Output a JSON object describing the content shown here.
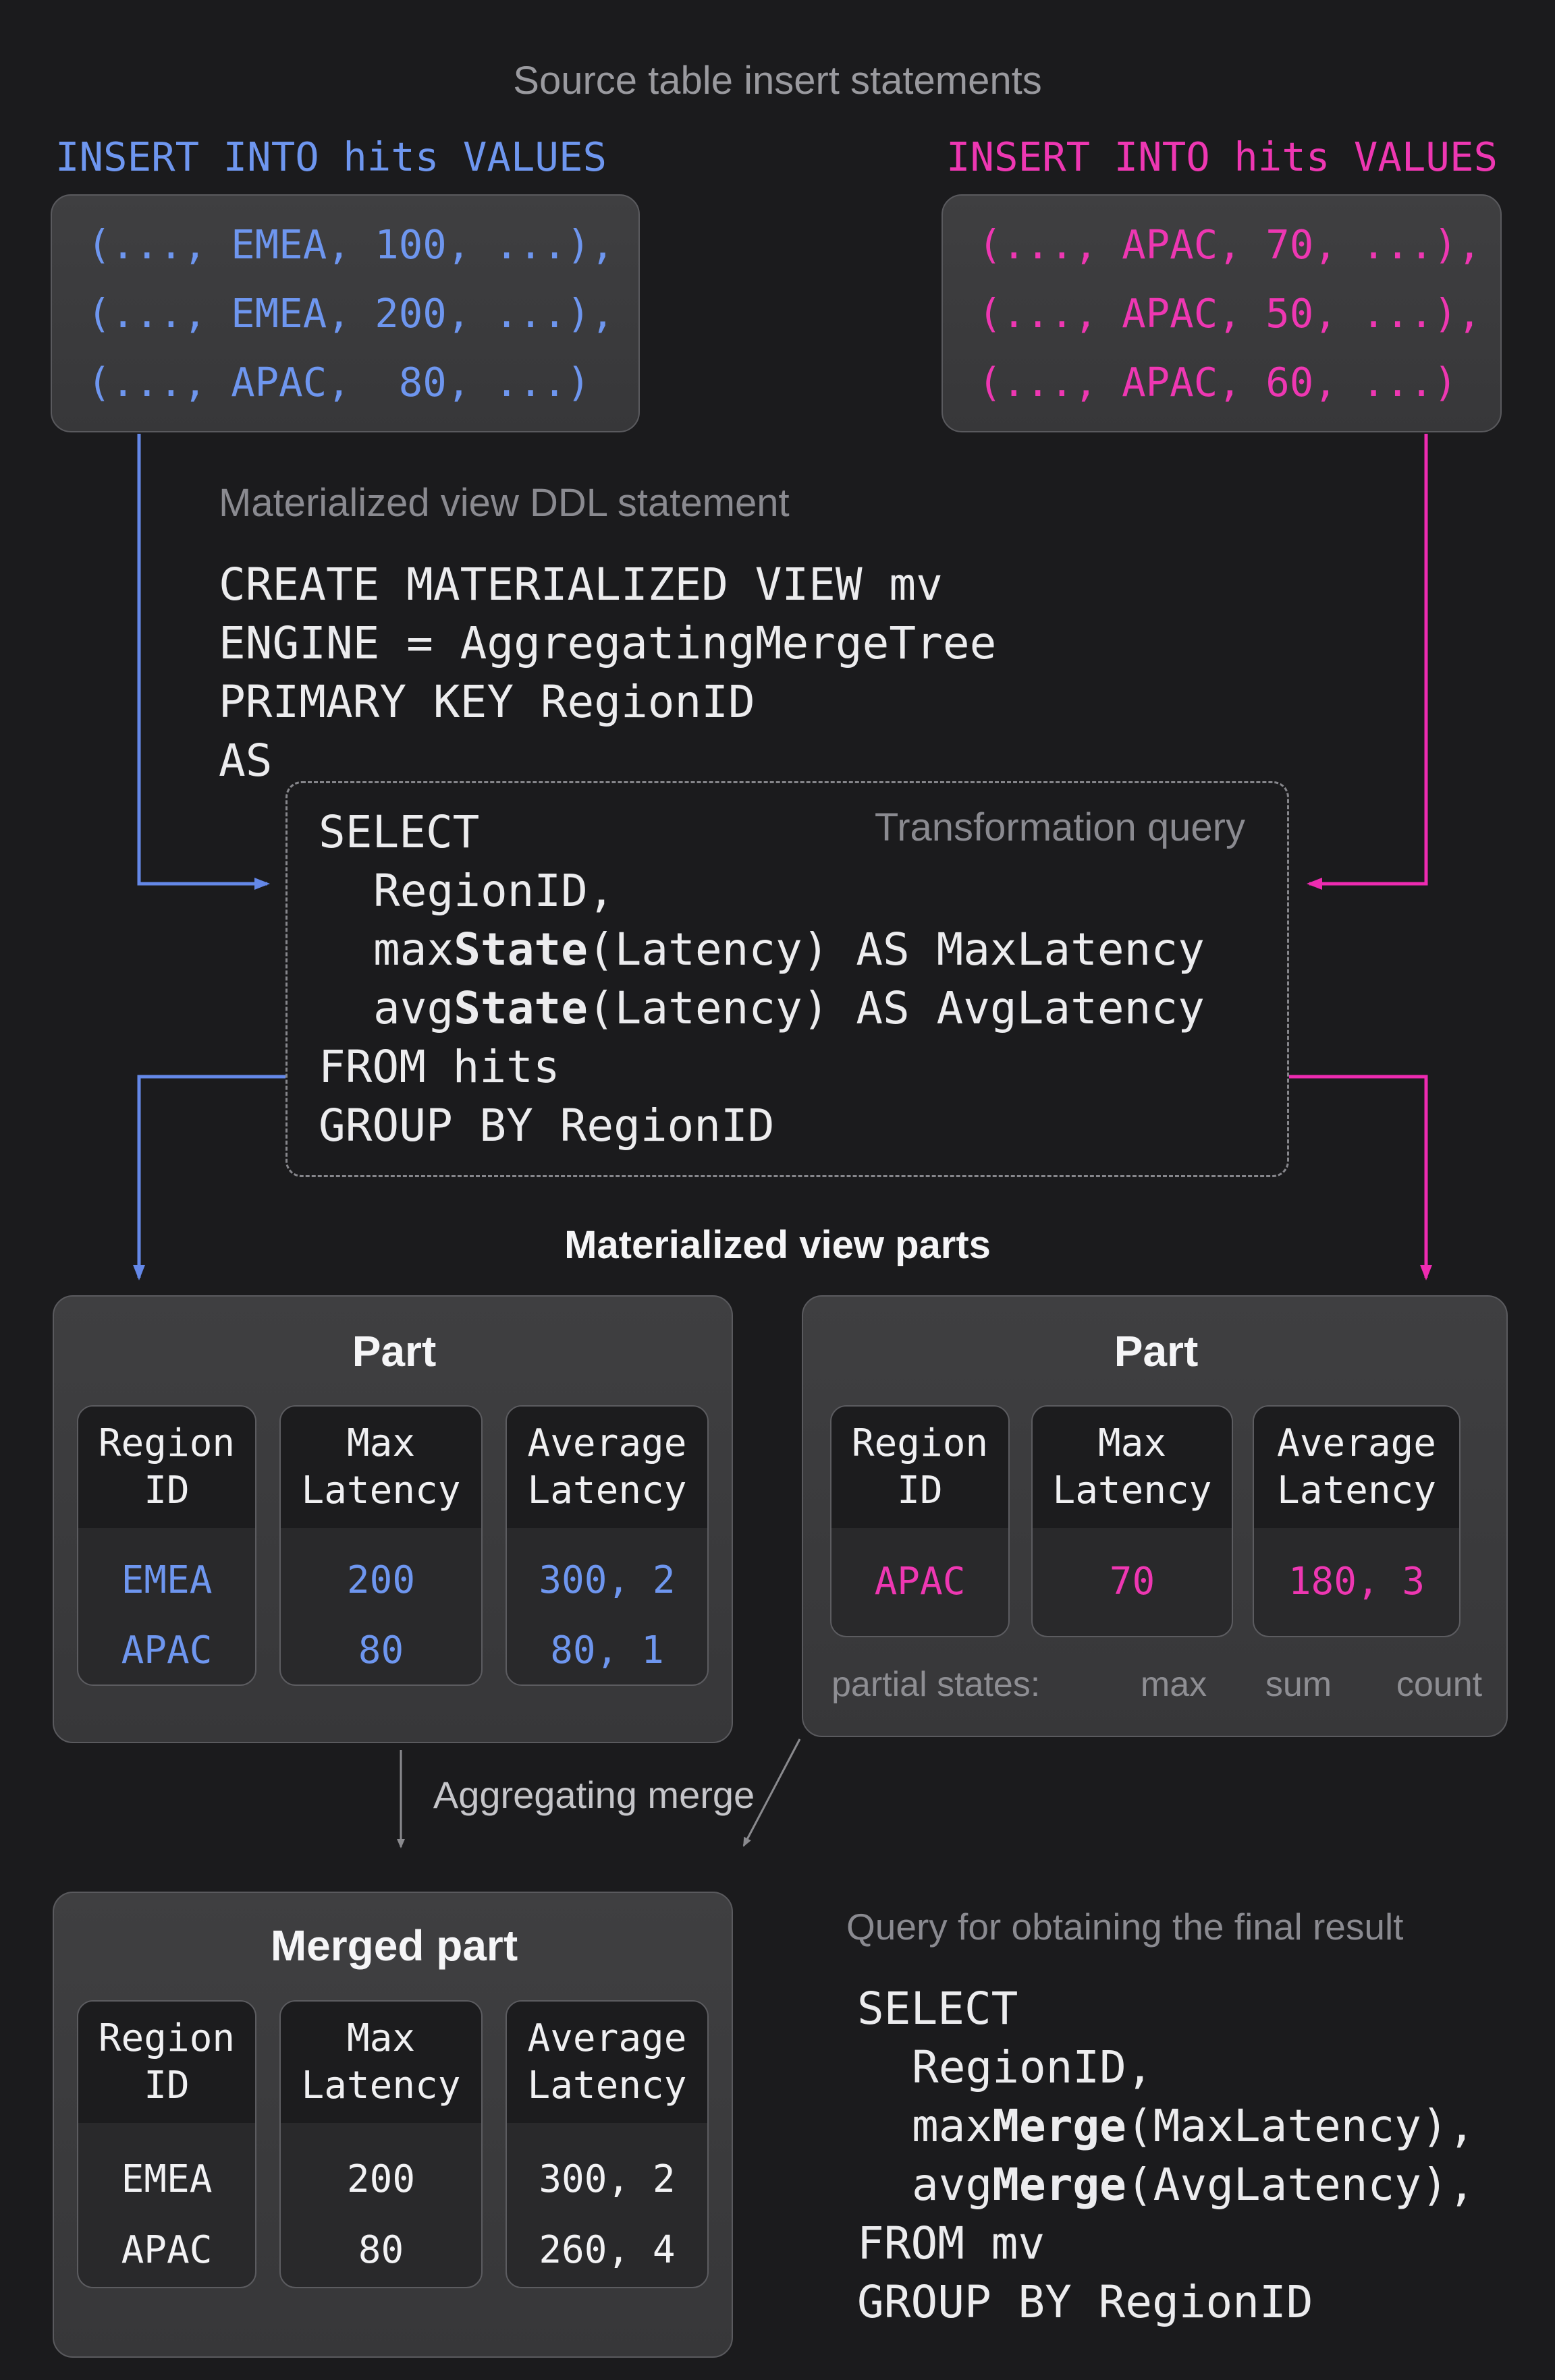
{
  "title": "Source table insert statements",
  "colors": {
    "blue_text": "#6e96ef",
    "blue_line": "#6488e8",
    "magenta_text": "#ee37b2",
    "magenta_line": "#ee2bb1",
    "gray_arrow": "#8a8a8e",
    "box_bg": "#3a3a3c",
    "page_bg": "#1b1b1d"
  },
  "insert_left": {
    "header": "INSERT INTO hits VALUES",
    "rows": [
      "(..., EMEA, 100, ...),",
      "(..., EMEA, 200, ...),",
      "(..., APAC,  80, ...)"
    ]
  },
  "insert_right": {
    "header": "INSERT INTO hits VALUES",
    "rows": [
      "(..., APAC, 70, ...),",
      "(..., APAC, 50, ...),",
      "(..., APAC, 60, ...)"
    ]
  },
  "ddl": {
    "label": "Materialized view DDL statement",
    "lines": [
      "CREATE MATERIALIZED VIEW mv",
      "ENGINE = AggregatingMergeTree",
      "PRIMARY KEY RegionID",
      "AS"
    ]
  },
  "transform": {
    "label": "Transformation query",
    "line_select": "SELECT",
    "line_region": "RegionID,",
    "max_pre": "max",
    "max_bold": "State",
    "max_post": "(Latency) AS MaxLatency",
    "avg_pre": "avg",
    "avg_bold": "State",
    "avg_post": "(Latency) AS AvgLatency",
    "line_from": "FROM hits",
    "line_group": "GROUP BY RegionID"
  },
  "parts_label": "Materialized view parts",
  "part_left": {
    "title": "Part",
    "columns": [
      {
        "header": "Region\nID",
        "values": [
          "EMEA",
          "APAC"
        ]
      },
      {
        "header": "Max\nLatency",
        "values": [
          "200",
          "80"
        ]
      },
      {
        "header": "Average\nLatency",
        "values": [
          "300, 2",
          "80, 1"
        ]
      }
    ]
  },
  "part_right": {
    "title": "Part",
    "columns": [
      {
        "header": "Region\nID",
        "values": [
          "APAC"
        ]
      },
      {
        "header": "Max\nLatency",
        "values": [
          "70"
        ]
      },
      {
        "header": "Average\nLatency",
        "values": [
          "180, 3"
        ]
      }
    ],
    "partial_label": "partial states:",
    "ann_max": "max",
    "ann_sum": "sum",
    "ann_count": "count"
  },
  "merge_label": "Aggregating merge",
  "merged": {
    "title": "Merged part",
    "columns": [
      {
        "header": "Region\nID",
        "values": [
          "EMEA",
          "APAC"
        ]
      },
      {
        "header": "Max\nLatency",
        "values": [
          "200",
          "80"
        ]
      },
      {
        "header": "Average\nLatency",
        "values": [
          "300, 2",
          "260, 4"
        ]
      }
    ]
  },
  "final": {
    "label": "Query for obtaining the final result",
    "line_select": "SELECT",
    "line_region": "RegionID,",
    "max_pre": "max",
    "max_bold": "Merge",
    "max_post": "(MaxLatency),",
    "avg_pre": "avg",
    "avg_bold": "Merge",
    "avg_post": "(AvgLatency),",
    "line_from": "FROM mv",
    "line_group": "GROUP BY RegionID"
  }
}
